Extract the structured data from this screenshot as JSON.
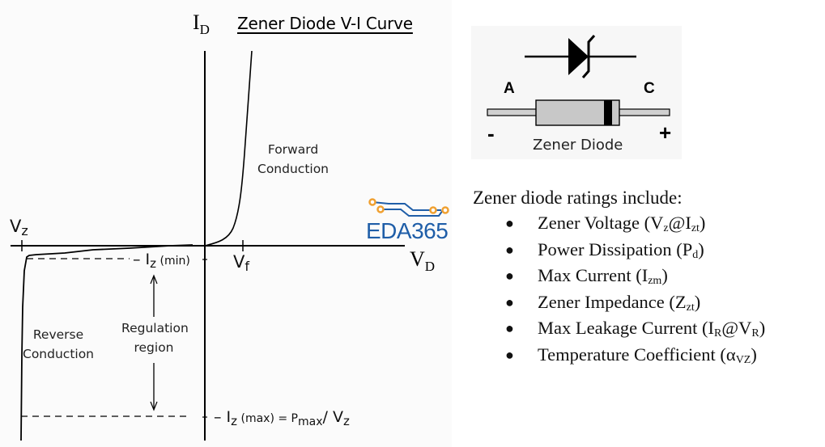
{
  "graph": {
    "title": "Zener Diode V-I Curve",
    "y_axis": {
      "symbol": "I",
      "subscript": "D"
    },
    "x_axis": {
      "symbol": "V",
      "subscript": "D"
    },
    "labels": {
      "vz": {
        "symbol": "V",
        "subscript": "z"
      },
      "vf": {
        "symbol": "V",
        "subscript": "f"
      },
      "iz_min": {
        "prefix": "– I",
        "subscript": "z",
        "suffix": " (min)"
      },
      "iz_max": {
        "prefix": "– I",
        "subscript": "z",
        "suffix": " (max) = P",
        "p_sub": "max",
        "tail": "/ V",
        "tail_sub": "z"
      }
    },
    "regions": {
      "forward": [
        "Forward",
        "Conduction"
      ],
      "reverse": [
        "Reverse",
        "Conduction"
      ],
      "regulation": [
        "Regulation",
        "region"
      ]
    },
    "colors": {
      "line": "#000000",
      "panel": "#fbfbfb"
    }
  },
  "watermark": {
    "text": "EDA365",
    "colors": {
      "text": "#1f5ea8",
      "trace": "#1f5ea8",
      "pad": "#f0a030"
    }
  },
  "diode_figure": {
    "anode": "A",
    "cathode": "C",
    "minus": "-",
    "plus": "+",
    "caption": "Zener Diode",
    "colors": {
      "body": "#c8c8c8",
      "band": "#000000",
      "lead": "#d0d0d0"
    }
  },
  "ratings": {
    "heading": "Zener diode ratings include:",
    "items": [
      {
        "text": "Zener Voltage (V",
        "parts": [
          {
            "sub": "z"
          },
          {
            "txt": "@I"
          },
          {
            "sub": "zt"
          },
          {
            "txt": ")"
          }
        ]
      },
      {
        "text": "Power Dissipation (P",
        "parts": [
          {
            "sub": "d"
          },
          {
            "txt": ")"
          }
        ]
      },
      {
        "text": "Max Current (I",
        "parts": [
          {
            "sub": "zm"
          },
          {
            "txt": ")"
          }
        ]
      },
      {
        "text": "Zener Impedance (Z",
        "parts": [
          {
            "sub": "zt"
          },
          {
            "txt": ")"
          }
        ]
      },
      {
        "text": "Max Leakage Current (I",
        "parts": [
          {
            "sub": "R"
          },
          {
            "txt": "@V"
          },
          {
            "sub": "R"
          },
          {
            "txt": ")"
          }
        ]
      },
      {
        "text": "Temperature Coefficient (α",
        "parts": [
          {
            "sub": "VZ"
          },
          {
            "txt": ")"
          }
        ]
      }
    ]
  }
}
